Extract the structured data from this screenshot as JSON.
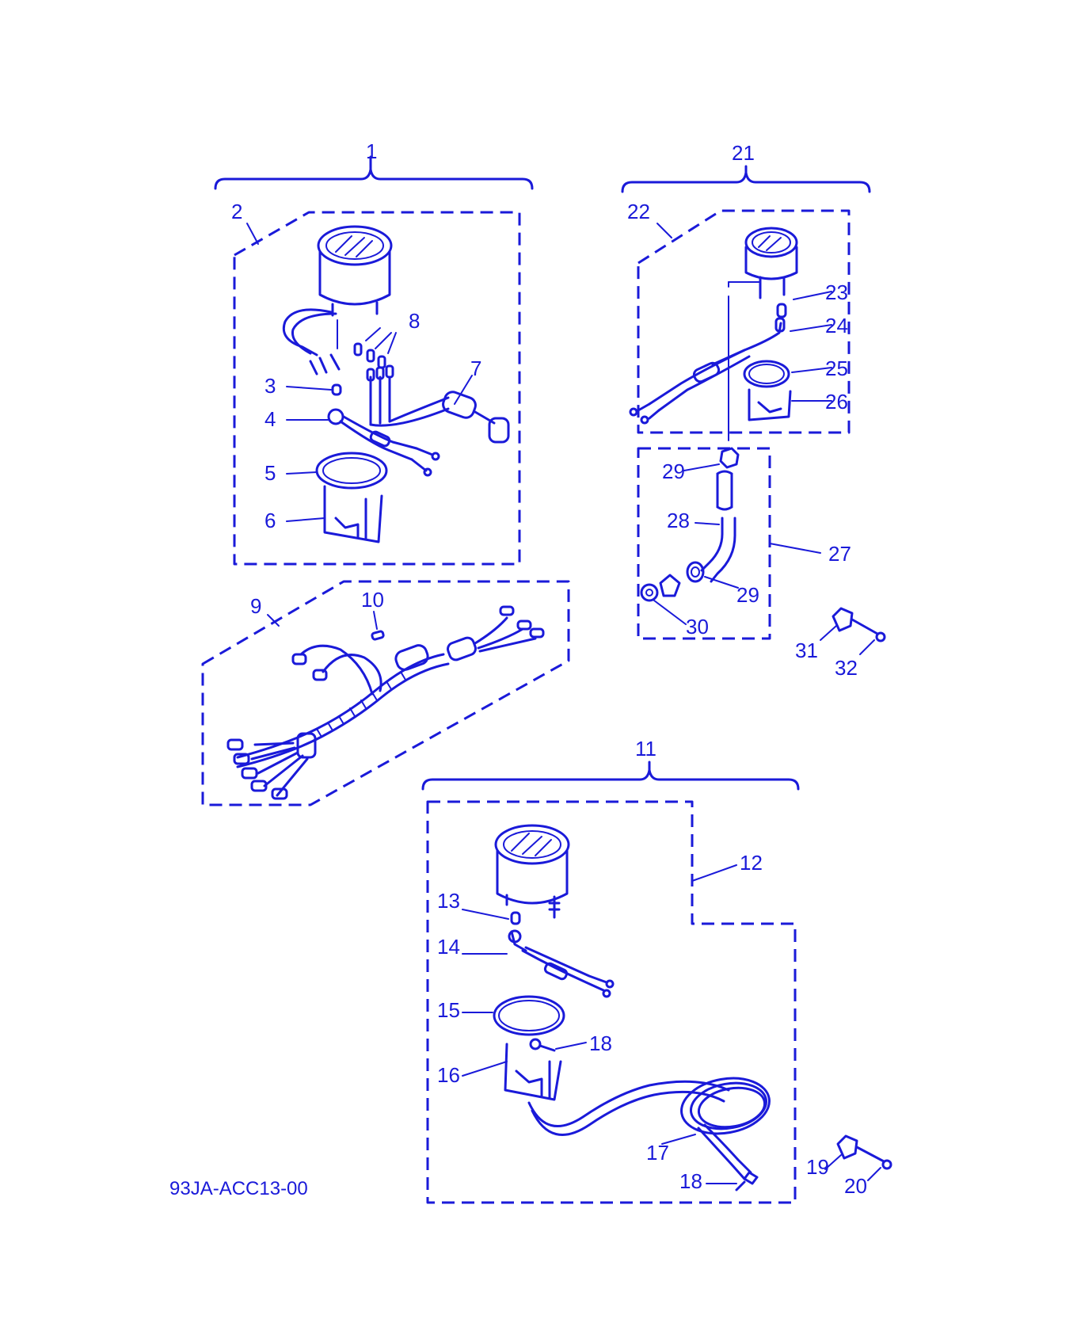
{
  "document_code": "93JA-ACC13-00",
  "callouts": {
    "c1": "1",
    "c2": "2",
    "c3": "3",
    "c4": "4",
    "c5": "5",
    "c6": "6",
    "c7": "7",
    "c8": "8",
    "c9": "9",
    "c10": "10",
    "c11": "11",
    "c12": "12",
    "c13": "13",
    "c14": "14",
    "c15": "15",
    "c16": "16",
    "c17": "17",
    "c18a": "18",
    "c18b": "18",
    "c19": "19",
    "c20": "20",
    "c21": "21",
    "c22": "22",
    "c23": "23",
    "c24": "24",
    "c25": "25",
    "c26": "26",
    "c27": "27",
    "c28": "28",
    "c29a": "29",
    "c29b": "29",
    "c30": "30",
    "c31": "31",
    "c32": "32"
  },
  "colors": {
    "line": "#1a1ad9",
    "background": "#ffffff"
  }
}
